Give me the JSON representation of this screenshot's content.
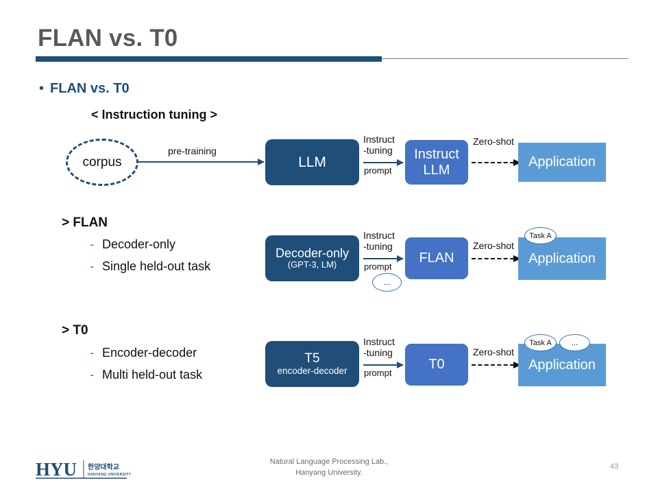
{
  "slide": {
    "title": "FLAN vs. T0",
    "page_number": "43",
    "footer_line_1": "Natural Language Processing Lab.,",
    "footer_line_2": "Hanyang University.",
    "logo_text_en": "HYU",
    "logo_text_kr": "한양대학교",
    "logo_text_sub": "HANYANG UNIVERSITY"
  },
  "bullet": {
    "marker": "•",
    "label": "FLAN vs. T0"
  },
  "caption": {
    "instruction_tuning": "< Instruction tuning >"
  },
  "sections": {
    "flan": {
      "heading": "> FLAN",
      "items": [
        {
          "dash": "-",
          "text": "Decoder-only"
        },
        {
          "dash": "-",
          "text": "Single held-out task"
        }
      ]
    },
    "t0": {
      "heading": "> T0",
      "items": [
        {
          "dash": "-",
          "text": "Encoder-decoder"
        },
        {
          "dash": "-",
          "text": "Multi held-out task"
        }
      ]
    }
  },
  "diagram_top": {
    "corpus_label": "corpus",
    "pretraining_label": "pre-training",
    "base_model": {
      "line1": "LLM",
      "line2": ""
    },
    "instruct_line1": "Instruct",
    "instruct_line2": "-tuning",
    "prompt_label": "prompt",
    "tuned_model": {
      "line1": "Instruct",
      "line2": "LLM"
    },
    "zeroshot_label": "Zero-shot",
    "application_label": "Application"
  },
  "diagram_flan": {
    "base_model": {
      "line1": "Decoder-only",
      "line2": "(GPT-3, LM)"
    },
    "instruct_line1": "Instruct",
    "instruct_line2": "-tuning",
    "prompt_label": "prompt",
    "ellipsis_bubble": "...",
    "tuned_model": {
      "line1": "FLAN",
      "line2": ""
    },
    "zeroshot_label": "Zero-shot",
    "application_label": "Application",
    "task_bubbles": [
      "Task A"
    ]
  },
  "diagram_t0": {
    "base_model": {
      "line1": "T5",
      "line2": "encoder-decoder"
    },
    "instruct_line1": "Instruct",
    "instruct_line2": "-tuning",
    "prompt_label": "prompt",
    "tuned_model": {
      "line1": "T0",
      "line2": ""
    },
    "zeroshot_label": "Zero-shot",
    "application_label": "Application",
    "task_bubbles": [
      "Task A",
      "..."
    ]
  },
  "colors": {
    "dark_blue": "#1F4E79",
    "mid_blue": "#4472C4",
    "light_blue": "#5B9BD5",
    "title_gray": "#595959",
    "accent_blue": "#2E74B5"
  }
}
